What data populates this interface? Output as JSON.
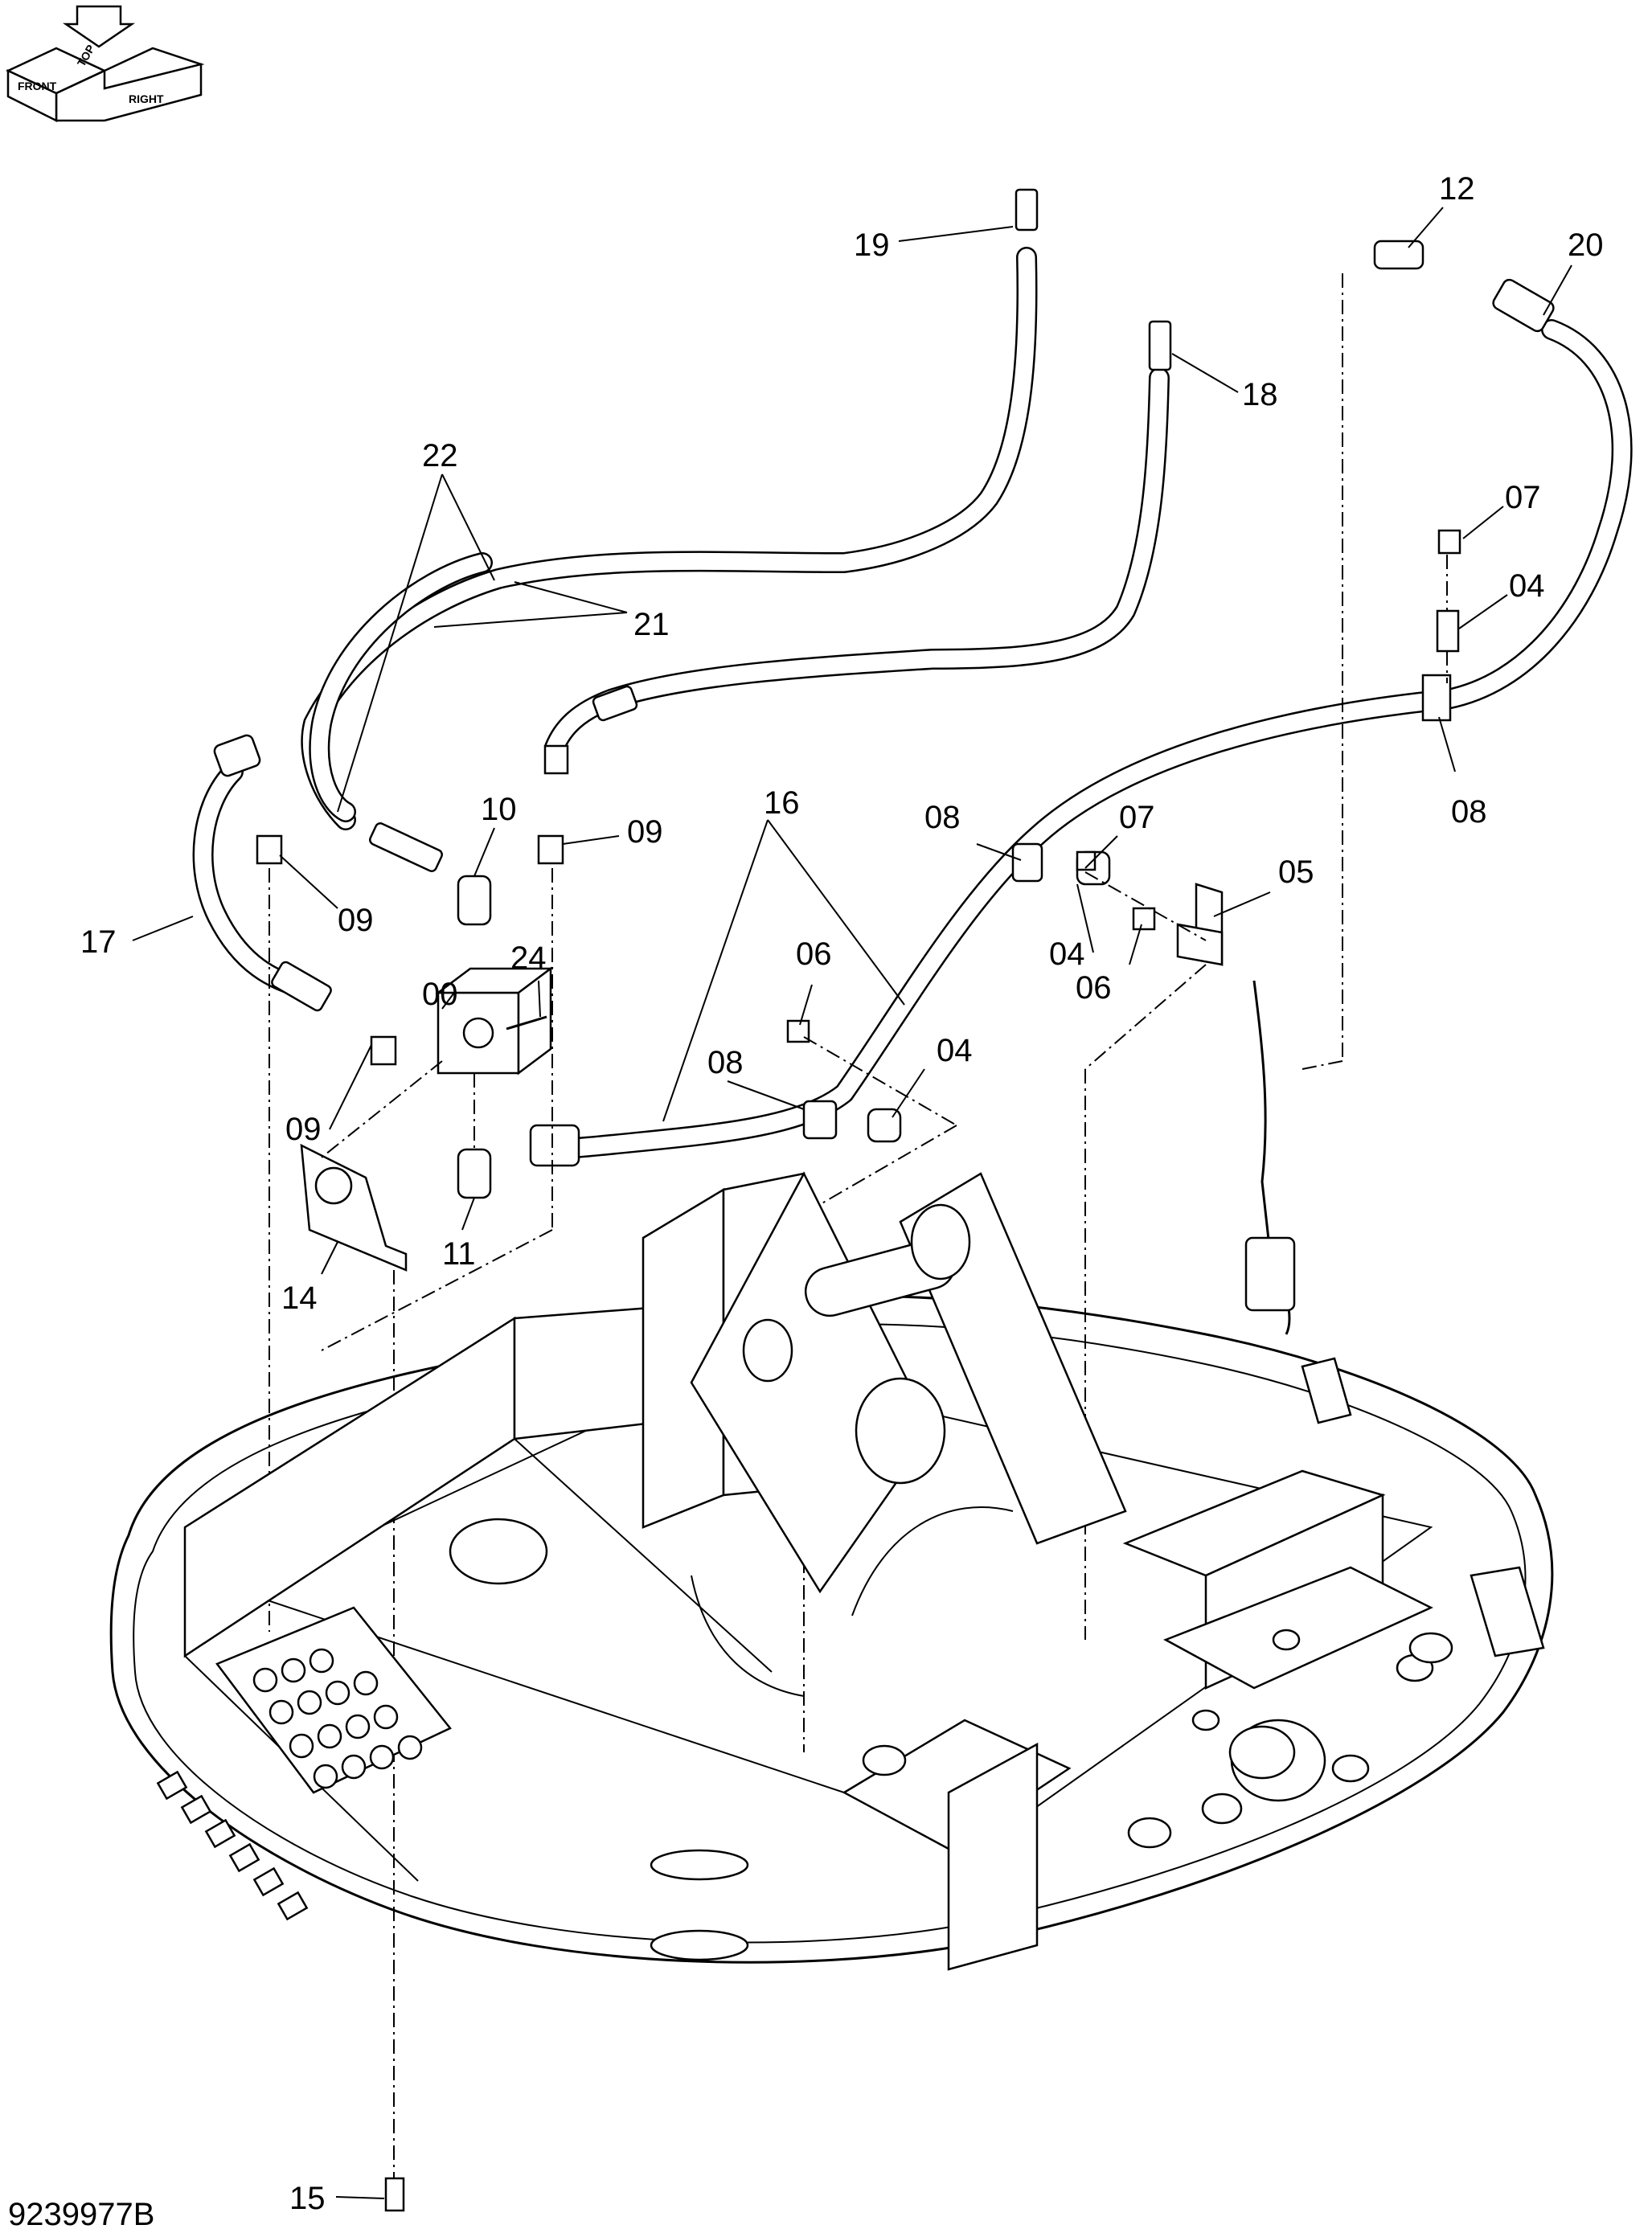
{
  "orientation_badge": {
    "labels": {
      "front": "FRONT",
      "top": "TOP",
      "right": "RIGHT"
    }
  },
  "drawing_number": "9239977B",
  "callouts": [
    {
      "id": "c19",
      "label": "19"
    },
    {
      "id": "c12",
      "label": "12"
    },
    {
      "id": "c20",
      "label": "20"
    },
    {
      "id": "c18",
      "label": "18"
    },
    {
      "id": "c22",
      "label": "22"
    },
    {
      "id": "c21",
      "label": "21"
    },
    {
      "id": "c07a",
      "label": "07"
    },
    {
      "id": "c04a",
      "label": "04"
    },
    {
      "id": "c10",
      "label": "10"
    },
    {
      "id": "c09a",
      "label": "09"
    },
    {
      "id": "c09b",
      "label": "09"
    },
    {
      "id": "c16",
      "label": "16"
    },
    {
      "id": "c08a",
      "label": "08"
    },
    {
      "id": "c07b",
      "label": "07"
    },
    {
      "id": "c08b",
      "label": "08"
    },
    {
      "id": "c05",
      "label": "05"
    },
    {
      "id": "c17",
      "label": "17"
    },
    {
      "id": "c06a",
      "label": "06"
    },
    {
      "id": "c04b",
      "label": "04"
    },
    {
      "id": "c06b",
      "label": "06"
    },
    {
      "id": "c24",
      "label": "24"
    },
    {
      "id": "c00",
      "label": "00"
    },
    {
      "id": "c04c",
      "label": "04"
    },
    {
      "id": "c08c",
      "label": "08"
    },
    {
      "id": "c09c",
      "label": "09"
    },
    {
      "id": "c11",
      "label": "11"
    },
    {
      "id": "c14",
      "label": "14"
    },
    {
      "id": "c15",
      "label": "15"
    }
  ]
}
